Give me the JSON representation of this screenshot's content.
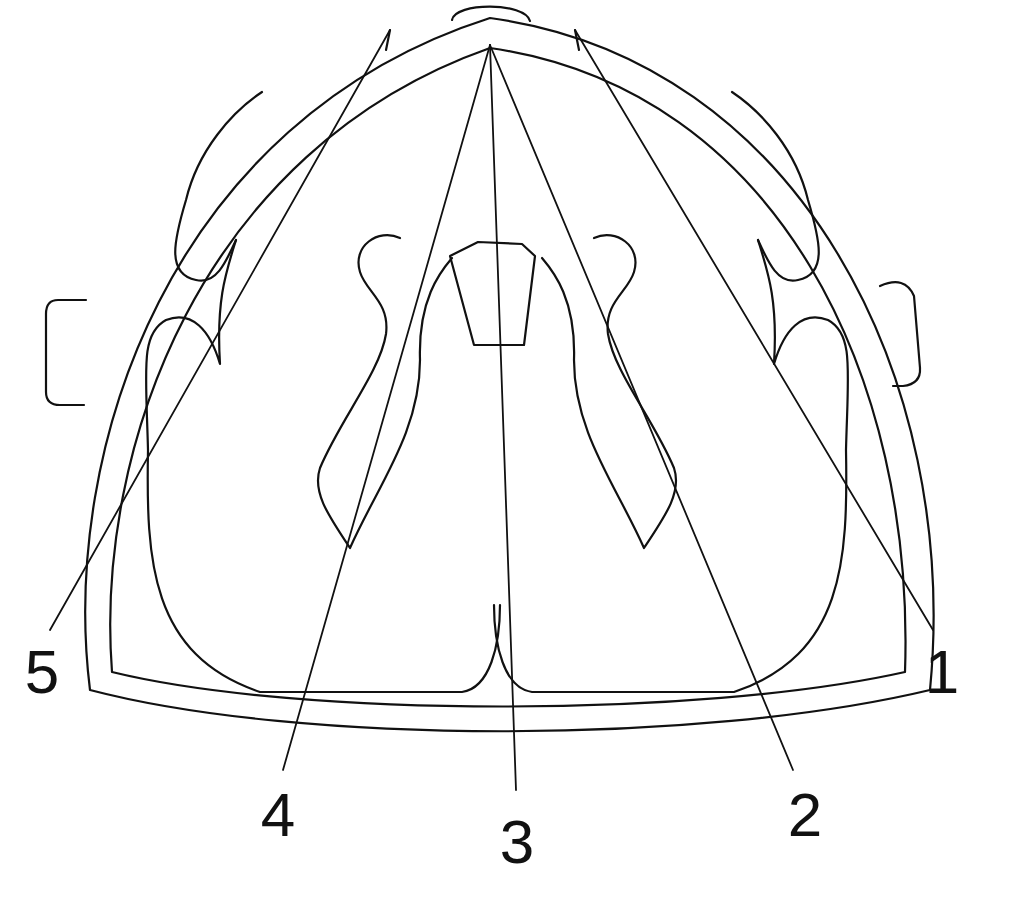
{
  "diagram": {
    "labels": [
      "5",
      "4",
      "3",
      "2",
      "1"
    ]
  }
}
